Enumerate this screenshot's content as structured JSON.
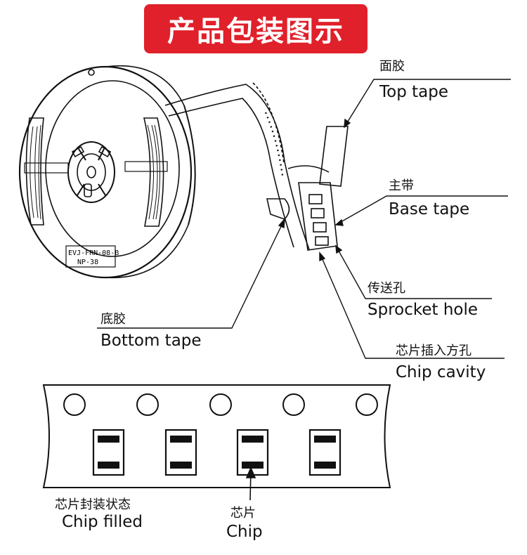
{
  "title": "产品包装图示",
  "reel_marking": {
    "line1": "EVJ-FRN-08-B",
    "line2": "NP-38"
  },
  "callouts": {
    "top_tape": {
      "cn": "面胶",
      "en": "Top tape"
    },
    "base_tape": {
      "cn": "主带",
      "en": "Base tape"
    },
    "sprocket_hole": {
      "cn": "传送孔",
      "en": "Sprocket hole"
    },
    "bottom_tape": {
      "cn": "底胶",
      "en": "Bottom tape"
    },
    "chip_cavity": {
      "cn": "芯片插入方孔",
      "en": "Chip cavity"
    },
    "chip_filled": {
      "cn": "芯片封装状态",
      "en": "Chip filled"
    },
    "chip": {
      "cn": "芯片",
      "en": "Chip"
    }
  },
  "colors": {
    "banner": "#e0202a",
    "line": "#111111"
  }
}
